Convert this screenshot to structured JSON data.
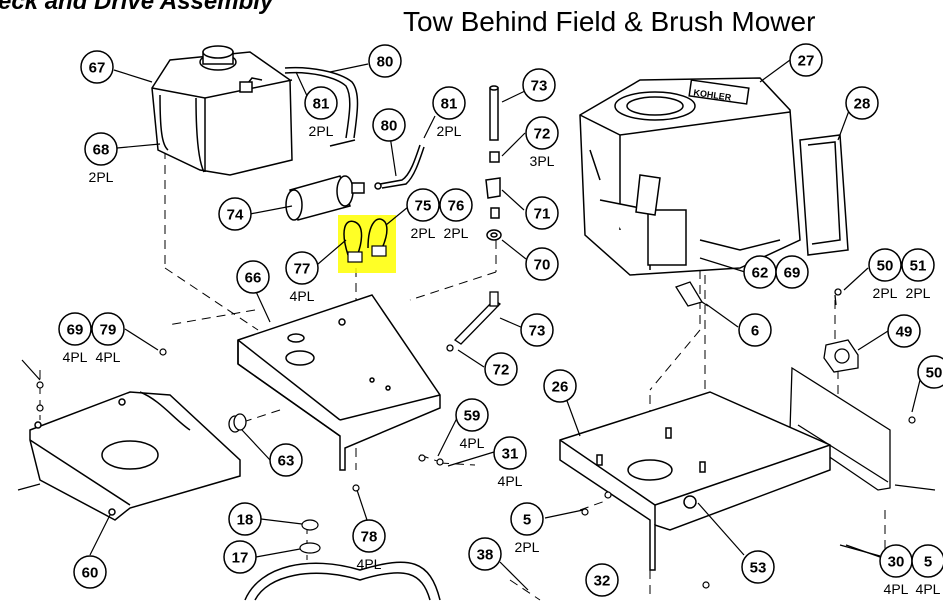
{
  "header": {
    "cut_title": "eck and Drive Assembly",
    "title": "Tow Behind Field & Brush Mower"
  },
  "engine_brand": "KOHLER",
  "callouts": [
    {
      "num": "67"
    },
    {
      "num": "80"
    },
    {
      "num": "81",
      "qty": "2PL"
    },
    {
      "num": "68",
      "qty": "2PL"
    },
    {
      "num": "81",
      "qty": "2PL"
    },
    {
      "num": "80"
    },
    {
      "num": "73"
    },
    {
      "num": "72",
      "qty": "3PL"
    },
    {
      "num": "27"
    },
    {
      "num": "28"
    },
    {
      "num": "74"
    },
    {
      "num": "75",
      "qty": "2PL"
    },
    {
      "num": "76",
      "qty": "2PL"
    },
    {
      "num": "71"
    },
    {
      "num": "77",
      "qty": "4PL"
    },
    {
      "num": "70"
    },
    {
      "num": "62"
    },
    {
      "num": "69"
    },
    {
      "num": "66"
    },
    {
      "num": "50",
      "qty": "2PL"
    },
    {
      "num": "51",
      "qty": "2PL"
    },
    {
      "num": "73"
    },
    {
      "num": "6"
    },
    {
      "num": "49"
    },
    {
      "num": "69",
      "qty": "4PL"
    },
    {
      "num": "79",
      "qty": "4PL"
    },
    {
      "num": "72"
    },
    {
      "num": "26"
    },
    {
      "num": "50"
    },
    {
      "num": "59",
      "qty": "4PL"
    },
    {
      "num": "31",
      "qty": "4PL"
    },
    {
      "num": "63"
    },
    {
      "num": "78",
      "qty": "4PL"
    },
    {
      "num": "5",
      "qty": "2PL"
    },
    {
      "num": "18"
    },
    {
      "num": "17"
    },
    {
      "num": "60"
    },
    {
      "num": "38"
    },
    {
      "num": "32"
    },
    {
      "num": "53"
    },
    {
      "num": "30",
      "qty": "4PL"
    },
    {
      "num": "5",
      "qty": "4PL"
    }
  ]
}
